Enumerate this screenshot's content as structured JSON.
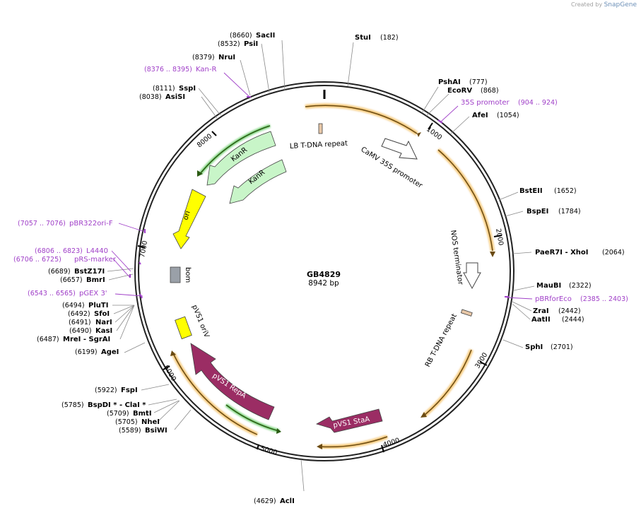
{
  "credit": {
    "prefix": "Created by",
    "app": "SnapGene"
  },
  "plasmid": {
    "name": "GB4829",
    "size_label": "8942 bp",
    "length": 8942
  },
  "ticks": [
    "1000",
    "2000",
    "3000",
    "4000",
    "5000",
    "6000",
    "7000",
    "8000"
  ],
  "sites": [
    {
      "name": "StuI",
      "pos": "(182)"
    },
    {
      "name": "PshAI",
      "pos": "(777)"
    },
    {
      "name": "EcoRV",
      "pos": "(868)"
    },
    {
      "name": "AfeI",
      "pos": "(1054)"
    },
    {
      "name": "BstEII",
      "pos": "(1652)"
    },
    {
      "name": "BspEI",
      "pos": "(1784)"
    },
    {
      "name": "PaeR7I - XhoI",
      "pos": "(2064)"
    },
    {
      "name": "MauBI",
      "pos": "(2322)"
    },
    {
      "name": "ZraI",
      "pos": "(2442)"
    },
    {
      "name": "AatII",
      "pos": "(2444)"
    },
    {
      "name": "SphI",
      "pos": "(2701)"
    },
    {
      "name": "AclI",
      "pos": "(4629)"
    },
    {
      "name": "BsiWI",
      "pos": "(5589)"
    },
    {
      "name": "NheI",
      "pos": "(5705)"
    },
    {
      "name": "BmtI",
      "pos": "(5709)"
    },
    {
      "name": "BspDI * - ClaI *",
      "pos": "(5785)"
    },
    {
      "name": "FspI",
      "pos": "(5922)"
    },
    {
      "name": "AgeI",
      "pos": "(6199)"
    },
    {
      "name": "MreI - SgrAI",
      "pos": "(6487)"
    },
    {
      "name": "KasI",
      "pos": "(6490)"
    },
    {
      "name": "NarI",
      "pos": "(6491)"
    },
    {
      "name": "SfoI",
      "pos": "(6492)"
    },
    {
      "name": "PluTI",
      "pos": "(6494)"
    },
    {
      "name": "BmrI",
      "pos": "(6657)"
    },
    {
      "name": "BstZ17I",
      "pos": "(6689)"
    },
    {
      "name": "AsiSI",
      "pos": "(8038)"
    },
    {
      "name": "SspI",
      "pos": "(8111)"
    },
    {
      "name": "NruI",
      "pos": "(8379)"
    },
    {
      "name": "PsiI",
      "pos": "(8532)"
    },
    {
      "name": "SacII",
      "pos": "(8660)"
    }
  ],
  "primers": [
    {
      "name": "35S promoter",
      "pos": "(904 .. 924)"
    },
    {
      "name": "pBRforEco",
      "pos": "(2385 .. 2403)"
    },
    {
      "name": "pGEX 3'",
      "pos": "(6543 .. 6565)"
    },
    {
      "name": "pRS-marker",
      "pos": "(6706 .. 6725)"
    },
    {
      "name": "L4440",
      "pos": "(6806 .. 6823)"
    },
    {
      "name": "pBR322ori-F",
      "pos": "(7057 .. 7076)"
    },
    {
      "name": "Kan-R",
      "pos": "(8376 .. 8395)"
    }
  ],
  "features": [
    {
      "name": "LB T-DNA repeat"
    },
    {
      "name": "CaMV 35S promoter"
    },
    {
      "name": "NOS terminator"
    },
    {
      "name": "RB T-DNA repeat"
    },
    {
      "name": "pVS1 StaA"
    },
    {
      "name": "pVS1 RepA"
    },
    {
      "name": "pVS1 oriV"
    },
    {
      "name": "bom"
    },
    {
      "name": "ori"
    },
    {
      "name": "KanR"
    },
    {
      "name": "KanR"
    }
  ],
  "colors": {
    "backbone": "#222222",
    "primer": "#a040c8",
    "orf_highlight": "#f5c97a",
    "orf_line": "#6a4a12",
    "kan_fill": "#c8f5c8",
    "kan_highlight": "#7ad37a",
    "ori_fill": "#ffff00",
    "rep_fill": "#9b2d64",
    "bom_fill": "#9aa0a8",
    "lb_fill": "#e8c8a8",
    "promoter_fill": "#ffffff"
  }
}
